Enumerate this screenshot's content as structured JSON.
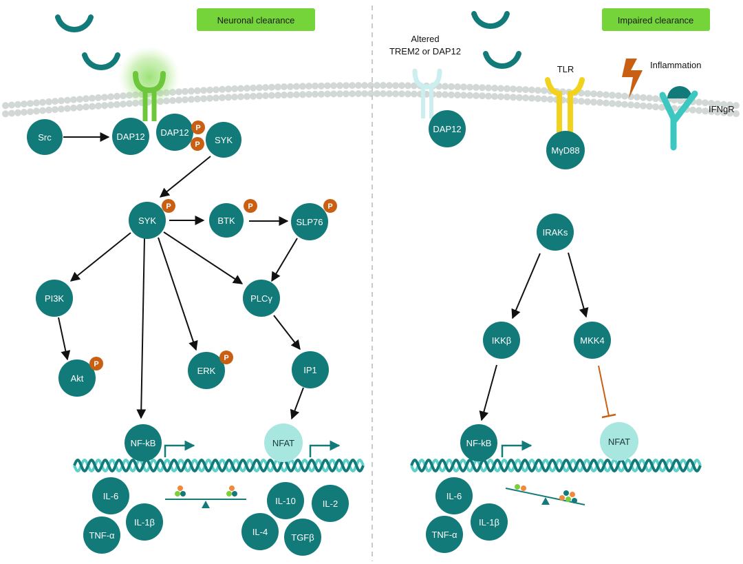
{
  "left_panel": {
    "banner": "Neuronal  clearance",
    "nodes": {
      "src": "Src",
      "dap12_a": "DAP12",
      "dap12_b": "DAP12",
      "syk_top": "SYK",
      "syk": "SYK",
      "btk": "BTK",
      "slp76": "SLP76",
      "pi3k": "PI3K",
      "plcg": "PLCγ",
      "akt": "Akt",
      "erk": "ERK",
      "ip1": "IP1",
      "nfkb": "NF-kB",
      "nfat": "NFAT",
      "il6": "IL-6",
      "il1b": "IL-1β",
      "tnfa": "TNF-α",
      "il10": "IL-10",
      "il2": "IL-2",
      "il4": "IL-4",
      "tgfb": "TGFβ"
    }
  },
  "right_panel": {
    "banner": "Impaired clearance",
    "labels": {
      "altered_line1": "Altered",
      "altered_line2": "TREM2 or DAP12",
      "tlr": "TLR",
      "inflammation": "Inflammation",
      "ifngr": "IFNgR"
    },
    "nodes": {
      "dap12": "DAP12",
      "myd88": "MγD88",
      "iraks": "IRAKs",
      "ikkb": "IKKβ",
      "mkk4": "MKK4",
      "nfkb": "NF-kB",
      "nfat": "NFAT",
      "il6": "IL-6",
      "il1b": "IL-1β",
      "tnfa": "TNF-α"
    }
  },
  "phospho_label": "P",
  "colors": {
    "teal": "#137a7a",
    "light_teal": "#a8e6e0",
    "phospho": "#c95f12",
    "banner": "#74d43a",
    "receptor_green": "#6cc83a",
    "tlr_yellow": "#f2d21c",
    "ifngr_cyan": "#3cc8c0",
    "membrane": "#d2d8d6",
    "dna_dark": "#137a7a",
    "dna_light": "#5dd0c8",
    "inhibit": "#c95f12"
  },
  "icons": [
    "ligand-arc-icon",
    "receptor-icon",
    "phospho-icon",
    "transcription-arrow-icon",
    "lightning-icon",
    "dna-helix-icon",
    "balance-scale-icon"
  ]
}
